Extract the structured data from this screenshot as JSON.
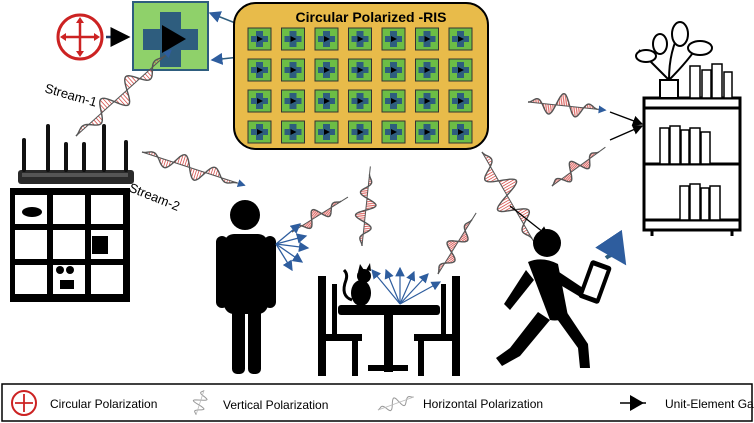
{
  "ris": {
    "title": "Circular Polarized -RIS",
    "rows": 4,
    "cols": 7,
    "fill_color": "#e8bb4a",
    "element_color": "#6cbd45",
    "cross_color": "#2e5d7e"
  },
  "streams": {
    "stream1": "Stream-1",
    "stream2": "Stream-2"
  },
  "legend": {
    "circular": "Circular Polarization",
    "vertical": "Vertical Polarization",
    "horizontal": "Horizontal Polarization",
    "gain": "Unit-Element Gain"
  },
  "icons": [
    "circular-polarization-icon",
    "unit-element-icon",
    "router-icon",
    "shelf-icon",
    "person-standing-icon",
    "table-icon",
    "cat-icon",
    "person-walking-icon",
    "tablet-icon",
    "bookshelf-icon",
    "plant-icon"
  ],
  "colors": {
    "wave_red": "#d9534f",
    "wave_blue": "#2e5d9e",
    "polarization_red": "#cc2222"
  }
}
